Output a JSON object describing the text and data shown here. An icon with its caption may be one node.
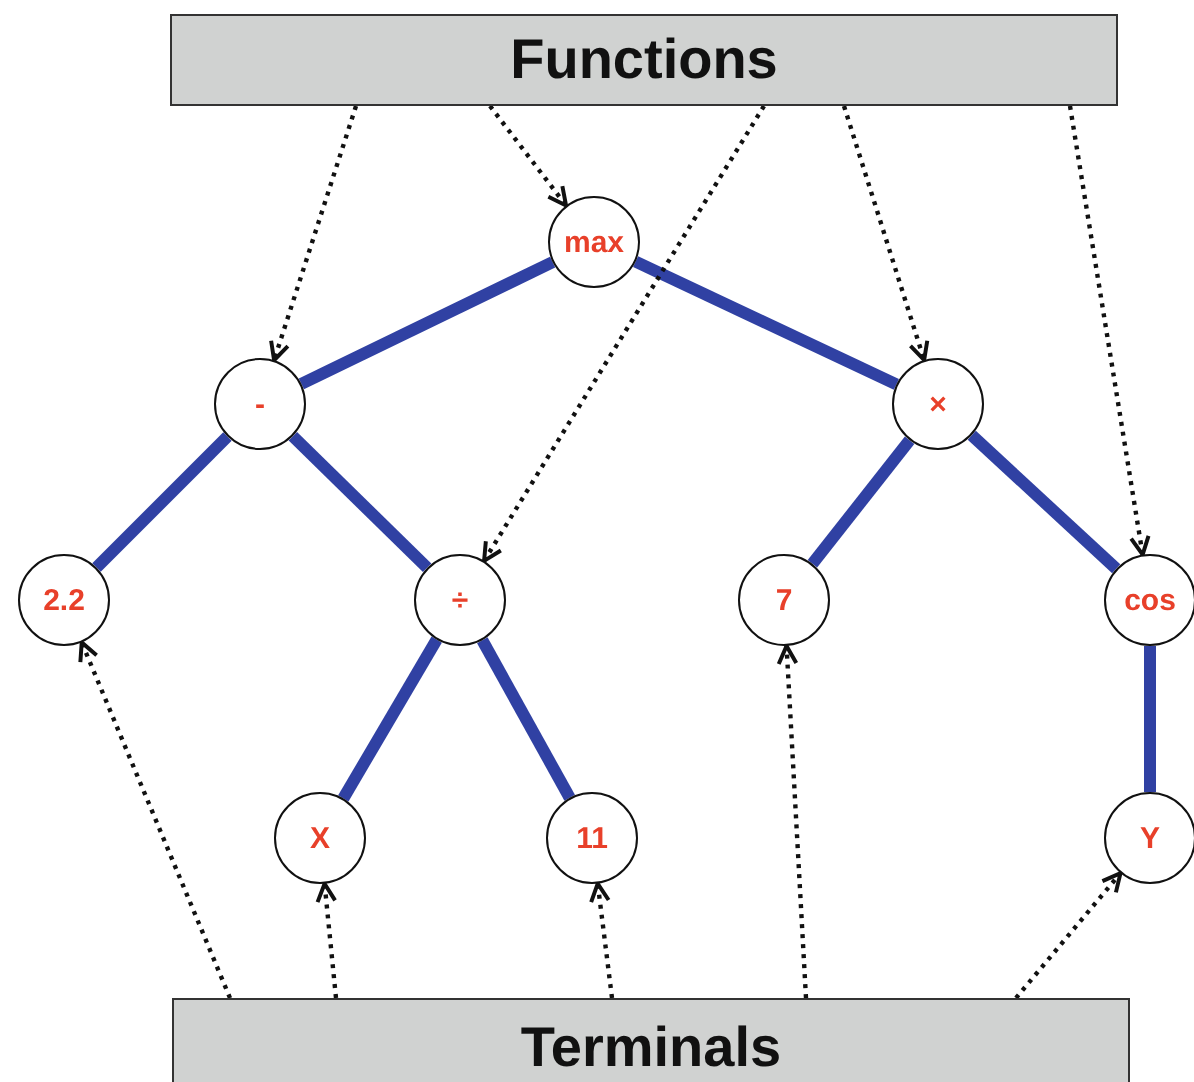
{
  "diagram": {
    "nodes": [
      {
        "text": [
          "Functions"
        ]
      },
      {
        "text": [
          "max"
        ]
      },
      {
        "text": [
          "-"
        ]
      },
      {
        "text": [
          "×"
        ]
      },
      {
        "text": [
          "2.2"
        ]
      },
      {
        "text": [
          "÷"
        ]
      },
      {
        "text": [
          "7"
        ]
      },
      {
        "text": [
          "cos"
        ]
      },
      {
        "text": [
          "X"
        ]
      },
      {
        "text": [
          "11"
        ]
      },
      {
        "text": [
          "Y"
        ]
      },
      {
        "text": [
          "Terminals"
        ]
      }
    ],
    "edges": [
      {
        "from": 1,
        "to": 2,
        "arrow": "none",
        "style": "thick",
        "color": "#3041a3"
      },
      {
        "from": 1,
        "to": 3,
        "arrow": "none",
        "style": "thick",
        "color": "#3041a3"
      },
      {
        "from": 2,
        "to": 4,
        "arrow": "none",
        "style": "thick",
        "color": "#3041a3"
      },
      {
        "from": 2,
        "to": 5,
        "arrow": "none",
        "style": "thick",
        "color": "#3041a3"
      },
      {
        "from": 3,
        "to": 6,
        "arrow": "none",
        "style": "thick",
        "color": "#3041a3"
      },
      {
        "from": 3,
        "to": 7,
        "arrow": "none",
        "style": "thick",
        "color": "#3041a3"
      },
      {
        "from": 5,
        "to": 8,
        "arrow": "none",
        "style": "thick",
        "color": "#3041a3"
      },
      {
        "from": 5,
        "to": 9,
        "arrow": "none",
        "style": "thick",
        "color": "#3041a3"
      },
      {
        "from": 7,
        "to": 10,
        "arrow": "none",
        "style": "thick",
        "color": "#3041a3"
      },
      {
        "from": 0,
        "to": 2,
        "arrow": "to",
        "style": "dashed"
      },
      {
        "from": 0,
        "to": 1,
        "arrow": "to",
        "style": "dashed"
      },
      {
        "from": 0,
        "to": 5,
        "arrow": "to",
        "style": "dashed"
      },
      {
        "from": 0,
        "to": 3,
        "arrow": "to",
        "style": "dashed"
      },
      {
        "from": 0,
        "to": 7,
        "arrow": "to",
        "style": "dashed"
      },
      {
        "from": 11,
        "to": 4,
        "arrow": "to",
        "style": "dashed"
      },
      {
        "from": 11,
        "to": 8,
        "arrow": "to",
        "style": "dashed"
      },
      {
        "from": 11,
        "to": 9,
        "arrow": "to",
        "style": "dashed"
      },
      {
        "from": 11,
        "to": 6,
        "arrow": "to",
        "style": "dashed"
      },
      {
        "from": 11,
        "to": 10,
        "arrow": "to",
        "style": "dashed"
      }
    ]
  }
}
